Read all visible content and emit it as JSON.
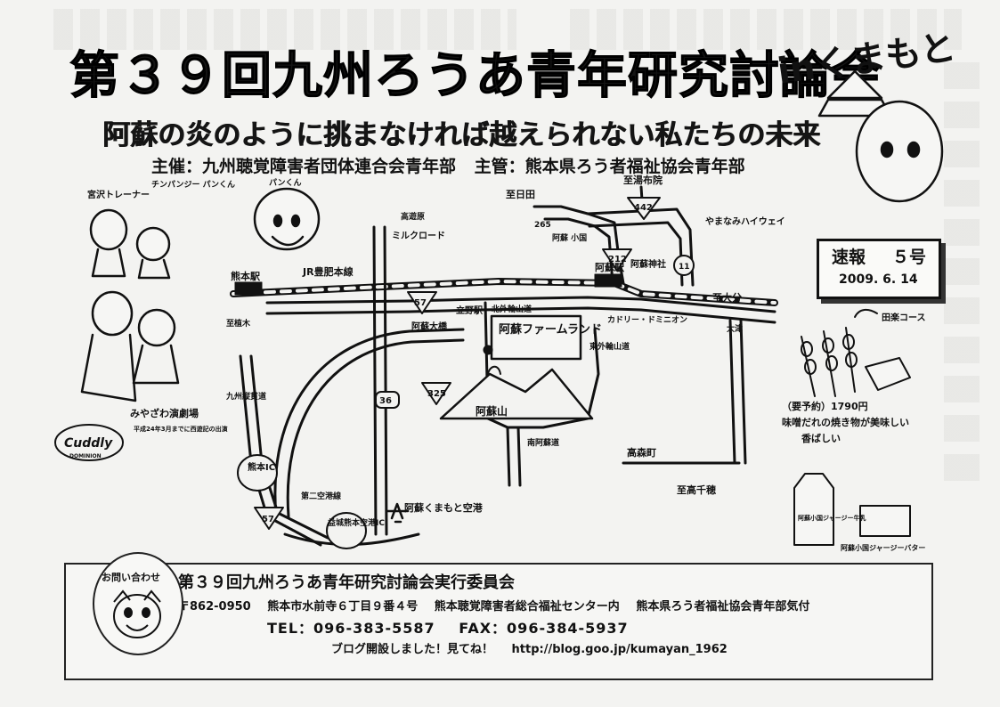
{
  "header": {
    "title": "第３９回九州ろうあ青年研究討論会",
    "title_suffix": "inくまもと",
    "subtitle": "阿蘇の炎のように挑まなければ越えられない私たちの未来",
    "host": "主催：九州聴覚障害者団体連合会青年部",
    "organizer": "主管：熊本県ろう者福祉協会青年部"
  },
  "bulletin": {
    "label": "速報",
    "number": "５号",
    "date": "2009. 6. 14"
  },
  "map_labels": {
    "jr_line": "JR豊肥本線",
    "kumamoto_station": "熊本駅",
    "aso_station": "阿蘇駅",
    "hosenji_station": "立野駅",
    "to_hita": "至日田",
    "to_yufuin": "至湯布院",
    "to_oita": "至大分",
    "to_takachiho": "至高千穂",
    "aso_farm_land": "阿蘇ファームランド",
    "mount_aso": "阿蘇山",
    "aso_shrine": "阿蘇神社",
    "aso_bridge": "阿蘇大橋",
    "takamori": "高森町",
    "kumamoto_ic": "熊本IC",
    "mashiki_ic": "益城熊本空港IC",
    "airport": "阿蘇くまもと空港",
    "route_57a": "57",
    "route_57b": "57",
    "route_212": "212",
    "route_442": "442",
    "route_325": "325",
    "route_265": "265",
    "route_36": "36",
    "route_11": "11",
    "milk_road": "ミルクロード",
    "yamanami": "やまなみハイウェイ",
    "kitasotoyama": "北外輪山道",
    "higashi": "東外輪山道",
    "minami": "南阿蘇道",
    "kaido": "第二空港線",
    "kanchi": "九州縦貫道",
    "kachi": "カドリー・ドミニオン",
    "dengaku": "田楽コース",
    "nanyoji": "大津",
    "ichiba": "至植木",
    "kumamoto_dome": "高遊原",
    "gokasho": "宮沢トレーナー",
    "panchi": "チンパンジー パンくん",
    "panchi_bubble": "パンくん",
    "miyazawa": "みやざわ演劇場",
    "miyazawa_note": "平成24年3月までに西遊記の出演",
    "cuddly": "Cuddly",
    "cuddly_sub": "DOMINION",
    "tanokuchi_road": "阿蘇 小国",
    "dengaku_price": "（要予約）1790円",
    "dengaku_desc": "味噌だれの焼き物が美味しい",
    "dengaku_tail": "香ばしい",
    "milk_label": "阿蘇小国ジャージー牛乳",
    "jersey": "阿蘇小国ジャージーバター"
  },
  "contact": {
    "badge": "お問い合わせ",
    "committee": "第３９回九州ろうあ青年研究討論会実行委員会",
    "postal": "〒862-0950",
    "address": "熊本市水前寺６丁目９番４号",
    "facility": "熊本聴覚障害者総合福祉センター内",
    "care_of": "熊本県ろう者福祉協会青年部気付",
    "tel": "TEL：096-383-5587",
    "fax": "FAX：096-384-5937",
    "blog_note": "ブログ開設しました！見てね！",
    "blog_url": "http://blog.goo.jp/kumayan_1962"
  },
  "colors": {
    "ink": "#111111",
    "paper": "#f3f3f1",
    "bleed_through": "#cfcfcc"
  }
}
